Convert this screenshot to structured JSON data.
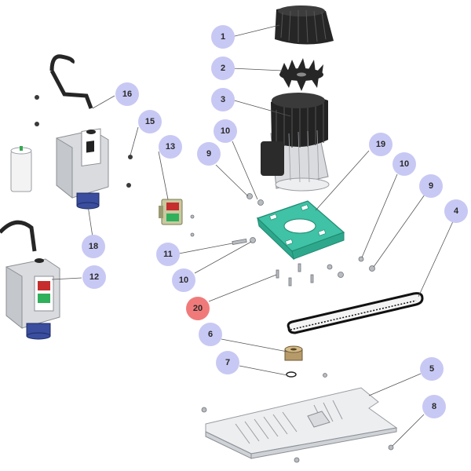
{
  "diagram": {
    "title": "Exploded parts diagram",
    "callouts": [
      {
        "id": "c1",
        "label": "1"
      },
      {
        "id": "c2",
        "label": "2"
      },
      {
        "id": "c3",
        "label": "3"
      },
      {
        "id": "c4",
        "label": "4"
      },
      {
        "id": "c5",
        "label": "5"
      },
      {
        "id": "c6",
        "label": "6"
      },
      {
        "id": "c7",
        "label": "7"
      },
      {
        "id": "c8",
        "label": "8"
      },
      {
        "id": "c9a",
        "label": "9"
      },
      {
        "id": "c9b",
        "label": "9"
      },
      {
        "id": "c10a",
        "label": "10"
      },
      {
        "id": "c10b",
        "label": "10"
      },
      {
        "id": "c10c",
        "label": "10"
      },
      {
        "id": "c11",
        "label": "11"
      },
      {
        "id": "c12",
        "label": "12"
      },
      {
        "id": "c13",
        "label": "13"
      },
      {
        "id": "c15",
        "label": "15"
      },
      {
        "id": "c16",
        "label": "16"
      },
      {
        "id": "c18",
        "label": "18"
      },
      {
        "id": "c19",
        "label": "19"
      },
      {
        "id": "c20",
        "label": "20"
      }
    ],
    "highlighted_callout": "20",
    "colors": {
      "callout_fill": "#c8c8f4",
      "highlight_fill": "#f07a7a",
      "bracket_teal": "#3fc2a5",
      "switch_base_blue": "#3a4d9e"
    }
  }
}
